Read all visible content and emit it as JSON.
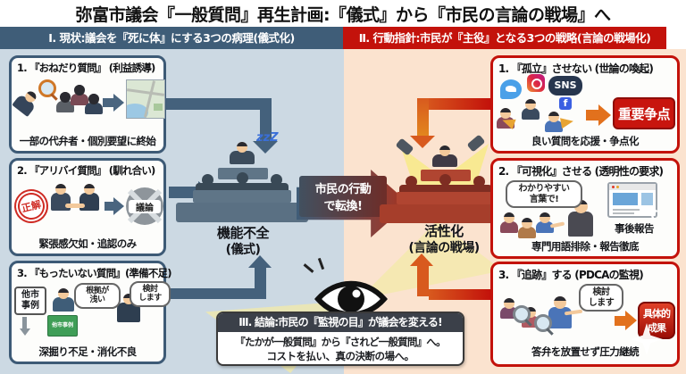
{
  "title": "弥富市議会『一般質問』再生計画:『儀式』から『市民の言論の戦場』へ",
  "left": {
    "header": "Ⅰ. 現状:議会を『死に体』にする3つの病理(儀式化)",
    "box1": {
      "heading": "1. 『おねだり質問』 (利益誘導)",
      "caption": "一部の代弁者・個別要望に終始"
    },
    "box2": {
      "heading": "2. 『アリバイ質問』 (馴れ合い)",
      "stamp": "正解",
      "banned": "議論",
      "caption": "緊張感欠如・追認のみ"
    },
    "box3": {
      "heading": "3. 『もったいない質問』(準備不足)",
      "side_label_line1": "他市",
      "side_label_line2": "事例",
      "book_label": "他市事例",
      "bubble_left_line1": "根拠が",
      "bubble_left_line2": "浅い",
      "bubble_right_line1": "検討",
      "bubble_right_line2": "します",
      "caption": "深掘り不足・消化不良"
    },
    "result": {
      "zzz": "zzZ",
      "label": "機能不全",
      "sub": "(儀式)"
    }
  },
  "center": {
    "arrow_line1": "市民の行動",
    "arrow_line2": "で転換!"
  },
  "right": {
    "header": "Ⅱ. 行動指針:市民が『主役』となる3つの戦略(言論の戦場化)",
    "box1": {
      "heading": "1. 『孤立』させない (世論の喚起)",
      "sns_label": "SNS",
      "fb_label": "f",
      "badge": "重要争点",
      "caption": "良い質問を応援・争点化"
    },
    "box2": {
      "heading": "2. 『可視化』させる (透明性の要求)",
      "bubble_line1": "わかりやすい",
      "bubble_line2": "言葉で!",
      "report_label": "事後報告",
      "caption": "専門用語排除・報告徹底"
    },
    "box3": {
      "heading": "3. 『追跡』する (PDCAの監視)",
      "bubble_line1": "検討",
      "bubble_line2": "します",
      "badge_line1": "具体的",
      "badge_line2": "成果",
      "caption": "答弁を放置せず圧力継続"
    },
    "result": {
      "label": "活性化",
      "sub": "(言論の戦場)"
    }
  },
  "conclusion": {
    "header": "Ⅲ. 結論:市民の『監視の目』が議会を変える!",
    "line1": "『たかが一般質問』から『されど一般質問』へ。",
    "line2": "コストを払い、真の決断の場へ。"
  },
  "colors": {
    "left_accent": "#3f5d78",
    "right_accent": "#c3120b",
    "bg_left": "#ccd9e3",
    "bg_right": "#fbe3cf",
    "badge_red": "#c8150e",
    "arrow_orange": "#e2711d"
  }
}
